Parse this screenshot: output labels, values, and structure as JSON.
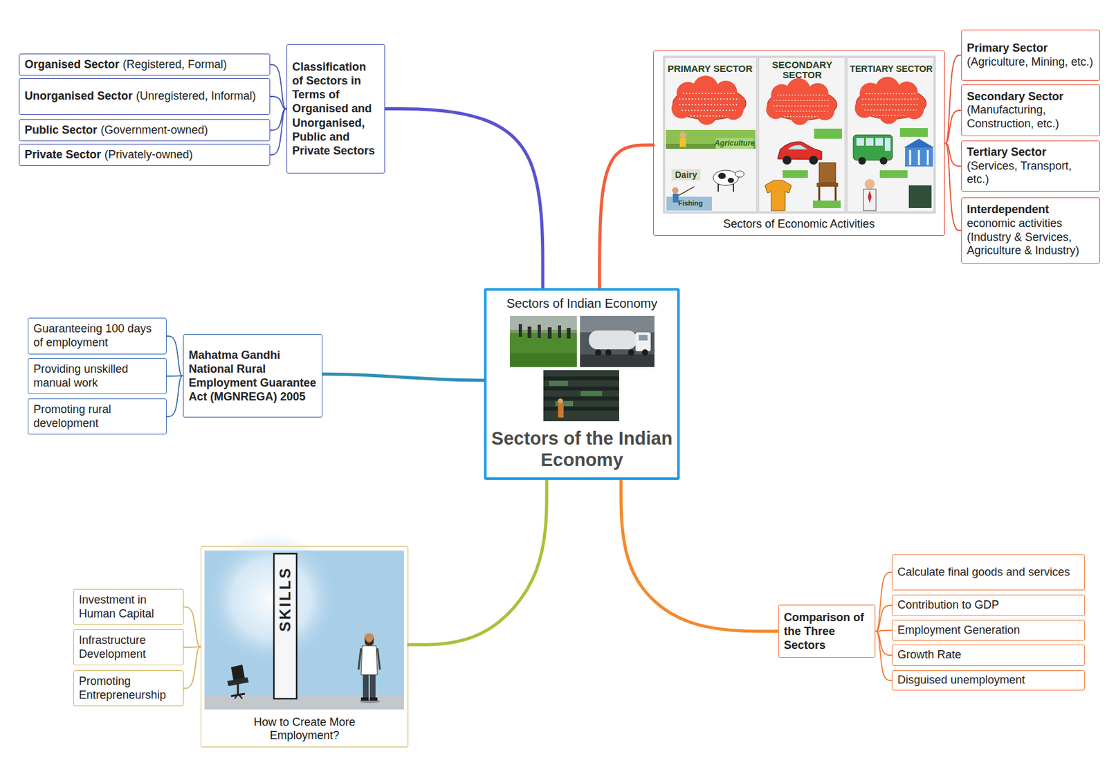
{
  "diagram": {
    "nodes": [
      {
        "text": [
          "Sectors of Indian Economy",
          "Sectors of the Indian Economy"
        ]
      },
      {
        "text": [
          "Classification of Sectors in Terms of Organised and Unorganised, Public and Private Sectors"
        ]
      },
      {
        "text": [
          "Organised Sector",
          "(Registered, Formal)"
        ]
      },
      {
        "text": [
          "Unorganised Sector",
          "(Unregistered, Informal)"
        ]
      },
      {
        "text": [
          "Public Sector",
          "(Government-owned)"
        ]
      },
      {
        "text": [
          "Private Sector",
          "(Privately-owned)"
        ]
      },
      {
        "text": [
          "Sectors of Economic Activities"
        ]
      },
      {
        "text": [
          "Primary Sector",
          "(Agriculture, Mining, etc.)"
        ]
      },
      {
        "text": [
          "Secondary Sector",
          "(Manufacturing, Construction, etc.)"
        ]
      },
      {
        "text": [
          "Tertiary Sector",
          "(Services, Transport, etc.)"
        ]
      },
      {
        "text": [
          "Interdependent",
          "economic activities (Industry & Services, Agriculture & Industry)"
        ]
      },
      {
        "text": [
          "Mahatma Gandhi National Rural Employment Guarantee Act (MGNREGA) 2005"
        ]
      },
      {
        "text": [
          "Guaranteeing 100 days of employment"
        ]
      },
      {
        "text": [
          "Providing unskilled manual work"
        ]
      },
      {
        "text": [
          "Promoting rural development"
        ]
      },
      {
        "text": [
          "How to Create More Employment?"
        ]
      },
      {
        "text": [
          "Investment in Human Capital"
        ]
      },
      {
        "text": [
          "Infrastructure Development"
        ]
      },
      {
        "text": [
          "Promoting Entrepreneurship"
        ]
      },
      {
        "text": [
          "Comparison of the Three Sectors"
        ]
      },
      {
        "text": [
          "Calculate final goods and services"
        ]
      },
      {
        "text": [
          "Contribution to GDP"
        ]
      },
      {
        "text": [
          "Employment Generation"
        ]
      },
      {
        "text": [
          "Growth Rate"
        ]
      },
      {
        "text": [
          "Disguised unemployment"
        ]
      }
    ],
    "edges": [
      {
        "from": 0,
        "to": 1,
        "arrow": "none"
      },
      {
        "from": 0,
        "to": 6,
        "arrow": "none"
      },
      {
        "from": 0,
        "to": 11,
        "arrow": "none"
      },
      {
        "from": 0,
        "to": 15,
        "arrow": "none"
      },
      {
        "from": 0,
        "to": 19,
        "arrow": "none"
      },
      {
        "from": 1,
        "to": 2,
        "arrow": "none"
      },
      {
        "from": 1,
        "to": 3,
        "arrow": "none"
      },
      {
        "from": 1,
        "to": 4,
        "arrow": "none"
      },
      {
        "from": 1,
        "to": 5,
        "arrow": "none"
      },
      {
        "from": 6,
        "to": 7,
        "arrow": "none"
      },
      {
        "from": 6,
        "to": 8,
        "arrow": "none"
      },
      {
        "from": 6,
        "to": 9,
        "arrow": "none"
      },
      {
        "from": 6,
        "to": 10,
        "arrow": "none"
      },
      {
        "from": 11,
        "to": 12,
        "arrow": "none"
      },
      {
        "from": 11,
        "to": 13,
        "arrow": "none"
      },
      {
        "from": 11,
        "to": 14,
        "arrow": "none"
      },
      {
        "from": 15,
        "to": 16,
        "arrow": "none"
      },
      {
        "from": 15,
        "to": 17,
        "arrow": "none"
      },
      {
        "from": 15,
        "to": 18,
        "arrow": "none"
      },
      {
        "from": 19,
        "to": 20,
        "arrow": "none"
      },
      {
        "from": 19,
        "to": 21,
        "arrow": "none"
      },
      {
        "from": 19,
        "to": 22,
        "arrow": "none"
      },
      {
        "from": 19,
        "to": 23,
        "arrow": "none"
      },
      {
        "from": 19,
        "to": 24,
        "arrow": "none"
      }
    ],
    "labels": [
      "PRIMARY SECTOR",
      "SECONDARY SECTOR",
      "TERTIARY SECTOR",
      "Agriculture",
      "Dairy",
      "Fishing",
      "SKILLS"
    ]
  }
}
